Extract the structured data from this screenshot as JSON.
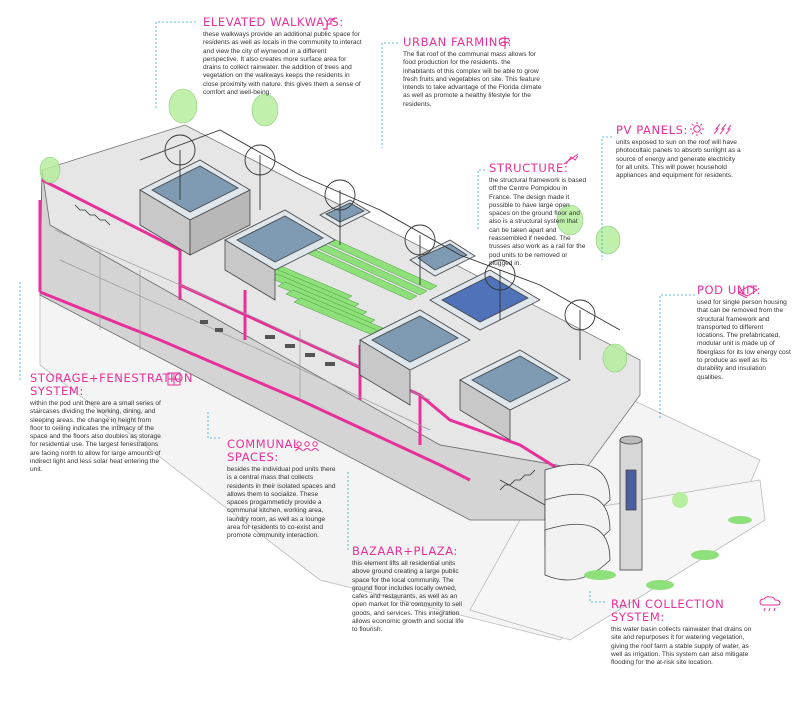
{
  "annotations": {
    "elevated_walkways": {
      "title": "ELEVATED WALKWAYS:",
      "body": "these walkways provide an additional public space for residents as well as locals in the community to interact and view the city of wynwood in a different perspective. It also creates more surface area for drains to collect rainwater. the addition of trees and vegetation on the walkways keeps the residents in close proximity with nature. this gives them a sense of comfort and well-being."
    },
    "urban_farming": {
      "title": "URBAN FARMING:",
      "body": "The flat roof of the communal mass allows for food production for the residents. the inhabitants of this complex will be able to grow fresh fruits and vegetables on site. This feature intends to take advantage of the Florida climate as well as promote a healthy lifestyle for the residents."
    },
    "pv_panels": {
      "title": "PV PANELS:",
      "body": "units exposed to sun on the roof will have photocoltaic panels to absorb sunlight as a source of energy and generate electricity for all units. This will power household appliances and equipment for residents."
    },
    "structure": {
      "title": "STRUCTURE:",
      "body": "the structural framework is based off the Centre Pompidou in France. The design made it possible to have large open spaces on the ground floor and also is a structural system that can be taken apart and reassembled if needed. The trusses also work as a rail for the pod units to be removed or plugged in."
    },
    "pod_unit": {
      "title": "POD UNIT:",
      "body": "used for single person housing that can be removed from the structural framework and transported to different locations. The prefabricated, modular unit is made up of fiberglass for its low energy cost to produce as well as its durability and insulation qualities."
    },
    "storage": {
      "title": "STORAGE+FENESTRATION SYSTEM:",
      "body": "within the pod unit there are a small series of staircases dividing the working, dining, and sleeping areas. the change in height from floor to ceiling indicates the intimacy of the space and the floors also doubles as storage for residential use. The largest fenestrations are facing north to allow for large amounts of indirect light and less solar heat entering the unit."
    },
    "communal": {
      "title": "COMMUNAL SPACES:",
      "body": "besides the individual pod units there is a central mass that collects residents in their isolated spaces and allows them to socialize. These spaces progammeticly provide a communal kitchen, working area, laundry room, as well as a lounge area for residents to co-exist and promote community interaction."
    },
    "bazaar": {
      "title": "BAZAAR+PLAZA:",
      "body": "this element lifts all residential units above ground creating a large public space for the local community. The ground floor includes locally owned, cafes and restaurants, as well as an open market for the community to sell goods, and services. This integration allows economic growth and social life to flourish."
    },
    "rain": {
      "title": "RAIN COLLECTION SYSTEM:",
      "body": "this water basin collects rainwater that drains on site and repurposes it for watering vegetation, giving the roof farm a stable supply of water, as well as irrigation. This system can also mitigate flooding for the at-risk site location."
    }
  },
  "colors": {
    "accent": "#e8309a",
    "leader": "#2aa8d8",
    "vegetation": "#7fdc6a",
    "glass": "#6f8fa8",
    "structure": "#444444"
  },
  "icons": [
    "walkway-icon",
    "wheat-icon",
    "sun-icon",
    "lightning-icon",
    "truss-icon",
    "pod-icon",
    "window-icon",
    "people-icon",
    "rain-cloud-icon"
  ]
}
